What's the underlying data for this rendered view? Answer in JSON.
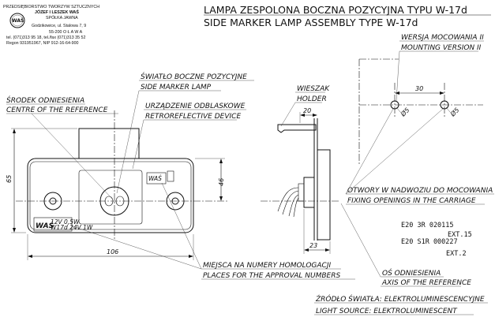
{
  "company": {
    "name": "PRZEDSIĘBIORSTWO TWORZYW SZTUCZNYCH",
    "owners": "JÓZEF I LESZEK WAŚ",
    "form": "SPÓŁKA JAWNA",
    "street": "Godzikowice, ul. Stalowa 7, 9",
    "city": "55-200 O Ł A W A",
    "phone": "tel. (071)313 95 18, tel./fax (071)313 35 52",
    "regon": "Regon 931951967, NIP 912-16-64-900",
    "logo_text": "WAŚ"
  },
  "title": {
    "line1": "LAMPA ZESPOLONA BOCZNA POZYCYJNA TYPU W-17d",
    "line2": "SIDE MARKER LAMP ASSEMBLY TYPE W-17d"
  },
  "labels": {
    "center_pl": "ŚRODEK ODNIESIENIA",
    "center_en": "CENTRE OF THE REFERENCE",
    "light_pl": "ŚWIATŁO BOCZNE POZYCYJNE",
    "light_en": "SIDE MARKER LAMP",
    "retro_pl": "URZĄDZENIE ODBLASKOWE",
    "retro_en": "RETROREFLECTIVE DEVICE",
    "holder_pl": "WIESZAK",
    "holder_en": "HOLDER",
    "mount_pl": "WERSJA MOCOWANIA II",
    "mount_en": "MOUNTING VERSION II",
    "holes_pl": "OTWORY W NADWOZIU DO MOCOWANIA",
    "holes_en": "FIXING OPENINGS IN THE CARRIAGE",
    "numbers_pl": "MIEJSCA NA NUMERY HOMOLOGACJI",
    "numbers_en": "PLACES FOR THE APPROVAL NUMBERS",
    "axis_pl": "OŚ ODNIESIENIA",
    "axis_en": "AXIS OF THE REFERENCE",
    "source_pl": "ŹRÓDŁO ŚWIATŁA: ELEKTROLUMINESCENCYJNE",
    "source_en": "LIGHT SOURCE: ELEKTROLUMINESCENT"
  },
  "dimensions": {
    "height": "65",
    "width": "106",
    "center_height": "46",
    "holder_width": "20",
    "body_depth": "23",
    "hole_spacing": "30",
    "hole_dia_1": "Ø5",
    "hole_dia_2": "Ø5"
  },
  "lens_marks": {
    "brand": "WAŚ",
    "voltage": "12V 0,5W",
    "type": "W17d 24V 1W",
    "small_brand": "WAŚ"
  },
  "approvals": [
    {
      "code": "E20 3R 020115",
      "ext": "EXT.15"
    },
    {
      "code": "E20 S1R 000227",
      "ext": "EXT.2"
    }
  ]
}
